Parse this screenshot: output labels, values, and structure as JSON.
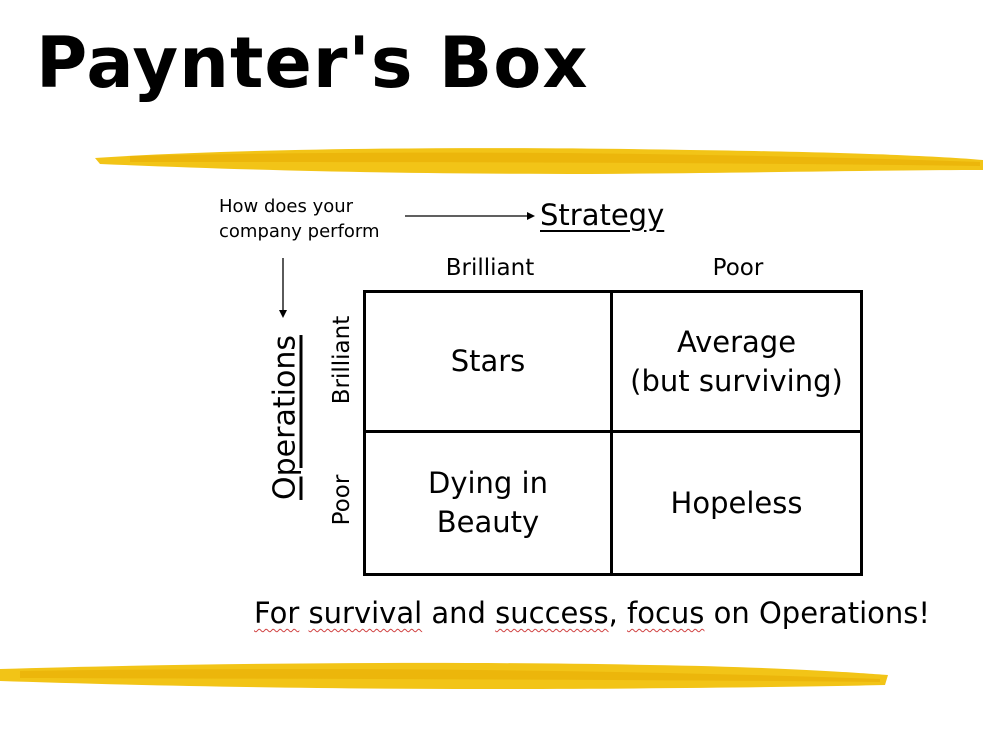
{
  "title": "Paynter's Box",
  "question": {
    "line1": "How does your",
    "line2": "company perform"
  },
  "axes": {
    "x_label": "Strategy",
    "y_label": "Operations"
  },
  "columns": [
    "Brilliant",
    "Poor"
  ],
  "rows": [
    "Brilliant",
    "Poor"
  ],
  "cells": {
    "brilliant_brilliant": "Stars",
    "brilliant_poor_1": "Average",
    "brilliant_poor_2": "(but surviving)",
    "poor_brilliant_1": "Dying in",
    "poor_brilliant_2": "Beauty",
    "poor_poor": "Hopeless"
  },
  "footer": {
    "w1": "For",
    "t1": " ",
    "w2": "survival",
    "t2": " and ",
    "w3": "success",
    "t3": ", ",
    "w4": "focus",
    "t4": " on Operations!"
  },
  "colors": {
    "accent_stroke": "#f2c200"
  }
}
